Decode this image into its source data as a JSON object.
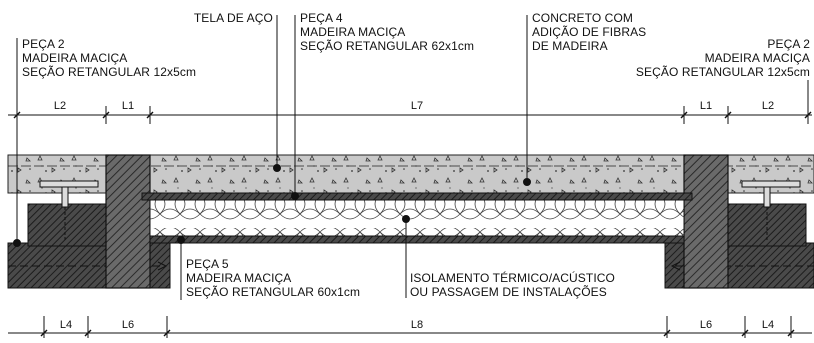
{
  "labels": {
    "tela_aco": "TELA DE AÇO",
    "peca4": [
      "PEÇA 4",
      "MADEIRA MACIÇA",
      "SEÇÃO RETANGULAR 62x1cm"
    ],
    "concreto": [
      "CONCRETO COM",
      "ADIÇÃO DE FIBRAS",
      "DE MADEIRA"
    ],
    "peca2_left": [
      "PEÇA 2",
      "MADEIRA MACIÇA",
      "SEÇÃO RETANGULAR 12x5cm"
    ],
    "peca2_right": [
      "PEÇA 2",
      "MADEIRA MACIÇA",
      "SEÇÃO RETANGULAR 12x5cm"
    ],
    "peca5": [
      "PEÇA 5",
      "MADEIRA MACIÇA",
      "SEÇÃO RETANGULAR 60x1cm"
    ],
    "isolamento": [
      "ISOLAMENTO TÉRMICO/ACÚSTICO",
      "OU PASSAGEM DE INSTALAÇÕES"
    ]
  },
  "dimensions_top": [
    "L2",
    "L1",
    "L7",
    "L1",
    "L2"
  ],
  "dimensions_bottom": [
    "L4",
    "L6",
    "L8",
    "L6",
    "L4"
  ]
}
